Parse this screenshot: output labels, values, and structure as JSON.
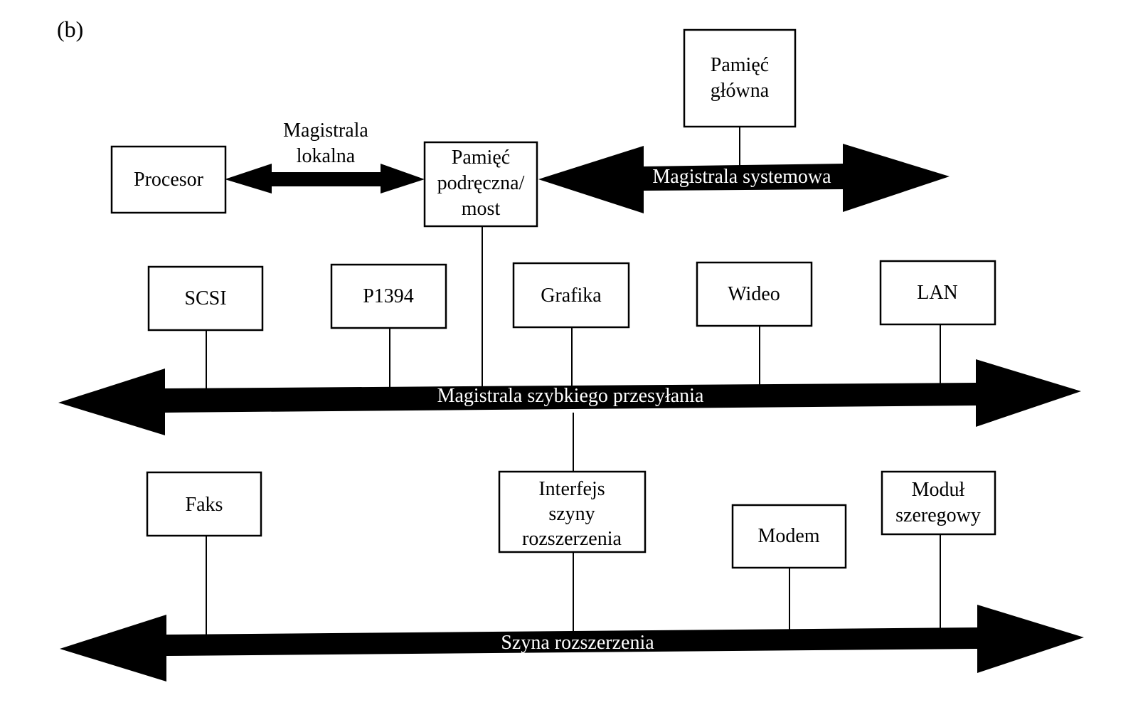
{
  "figure_label": "(b)",
  "buses": {
    "local": {
      "label_line1": "Magistrala",
      "label_line2": "lokalna"
    },
    "system": {
      "label": "Magistrala systemowa"
    },
    "highspeed": {
      "label": "Magistrala szybkiego przesyłania"
    },
    "expansion": {
      "label": "Szyna rozszerzenia"
    }
  },
  "blocks": {
    "procesor": {
      "line1": "Procesor"
    },
    "cache_bridge": {
      "line1": "Pamięć",
      "line2": "podręczna/",
      "line3": "most"
    },
    "main_memory": {
      "line1": "Pamięć",
      "line2": "główna"
    },
    "scsi": {
      "line1": "SCSI"
    },
    "p1394": {
      "line1": "P1394"
    },
    "grafika": {
      "line1": "Grafika"
    },
    "wideo": {
      "line1": "Wideo"
    },
    "lan": {
      "line1": "LAN"
    },
    "faks": {
      "line1": "Faks"
    },
    "expansion_interface": {
      "line1": "Interfejs",
      "line2": "szyny",
      "line3": "rozszerzenia"
    },
    "modem": {
      "line1": "Modem"
    },
    "serial_module": {
      "line1": "Moduł",
      "line2": "szeregowy"
    }
  }
}
